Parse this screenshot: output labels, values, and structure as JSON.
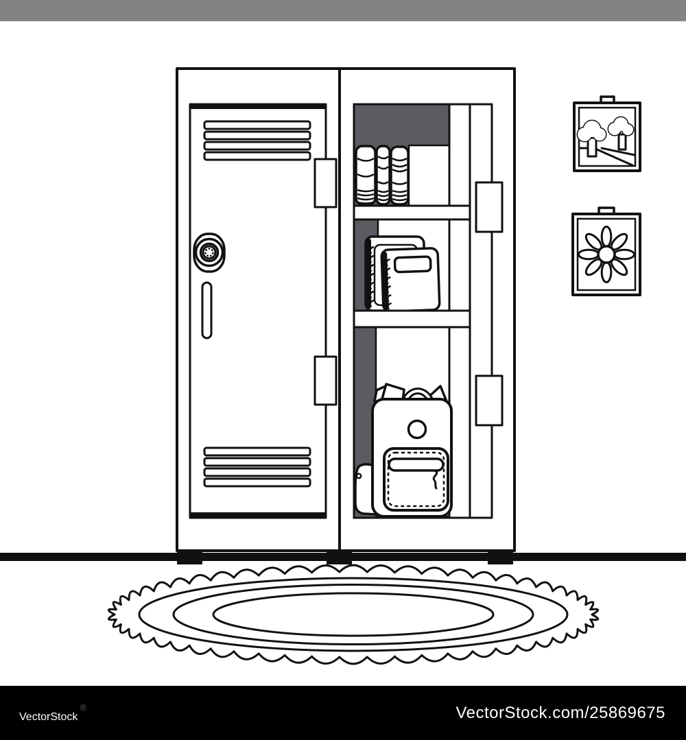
{
  "scene": {
    "objects": [
      "metal school locker unit with two lockers",
      "closed left locker door with vent slats, combination lock dial and handle",
      "open right locker with dark interior and two shelves",
      "three books standing on the top shelf",
      "two spiral notebooks on the middle shelf",
      "school backpack with front pocket on the bottom shelf",
      "framed wall picture of trees and a road",
      "framed wall picture of a flower",
      "oval braided rug with fringed edge",
      "ceiling bar and floor line"
    ],
    "colors": {
      "background": "#ffffff",
      "outline": "#111111",
      "ceiling_bar": "#838383",
      "locker_interior": "#5b5b62",
      "floor_line": "#000000",
      "watermark_bar": "#000000",
      "watermark_text": "#ffffff"
    }
  },
  "watermark": {
    "logo_text": "VectorStock",
    "registered_mark": "®",
    "url_text": "VectorStock.com/25869675"
  }
}
